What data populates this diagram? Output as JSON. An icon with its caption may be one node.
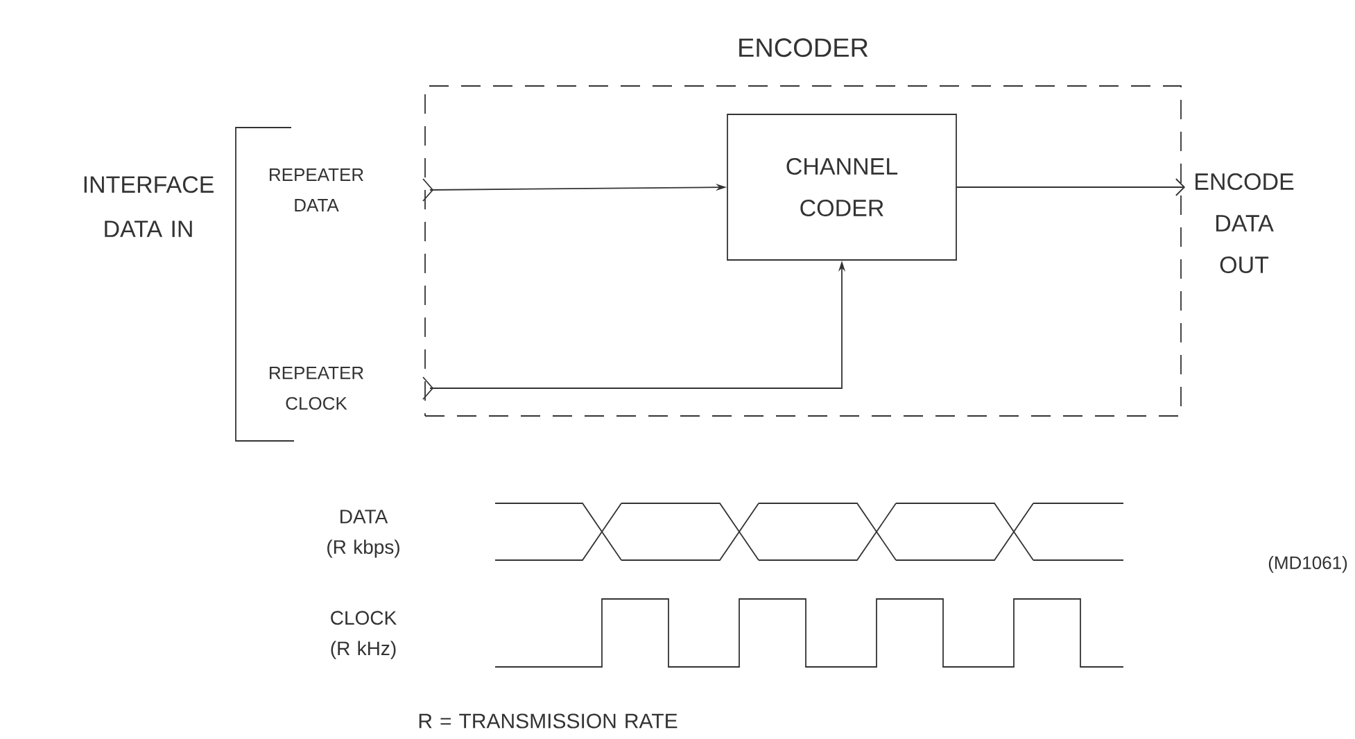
{
  "diagram": {
    "nodes": [
      {
        "text": [
          "ENCODER"
        ]
      },
      {
        "text": [
          "REPEATER DATA"
        ]
      },
      {
        "text": [
          "REPEATER CLOCK"
        ]
      },
      {
        "text": [
          "CHANNEL CODER"
        ],
        "in": 0
      },
      {
        "text": [
          "ENCODE DATA OUT"
        ]
      }
    ],
    "edges": [
      {
        "from": 1,
        "to": 3,
        "arrow": "to"
      },
      {
        "from": 2,
        "to": 3,
        "arrow": "to"
      },
      {
        "from": 3,
        "to": 4,
        "arrow": "to"
      }
    ],
    "labels": [
      "INTERFACE DATA IN",
      "DATA (R kbps)",
      "CLOCK (R kHz)",
      "(MD1061)",
      "R = TRANSMISSION RATE"
    ]
  }
}
